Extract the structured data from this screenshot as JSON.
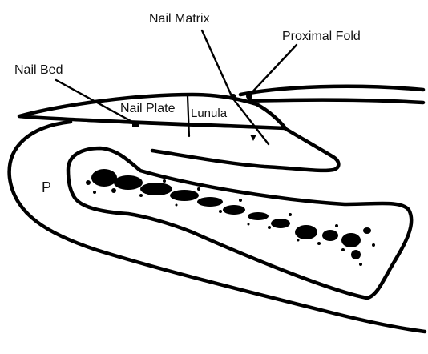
{
  "labels": {
    "nail_matrix": "Nail Matrix",
    "proximal_fold": "Proximal Fold",
    "nail_bed": "Nail Bed",
    "nail_plate": "Nail Plate",
    "lunula": "Lunula",
    "p": "P"
  },
  "colors": {
    "ink": "#000000",
    "background": "#ffffff"
  }
}
